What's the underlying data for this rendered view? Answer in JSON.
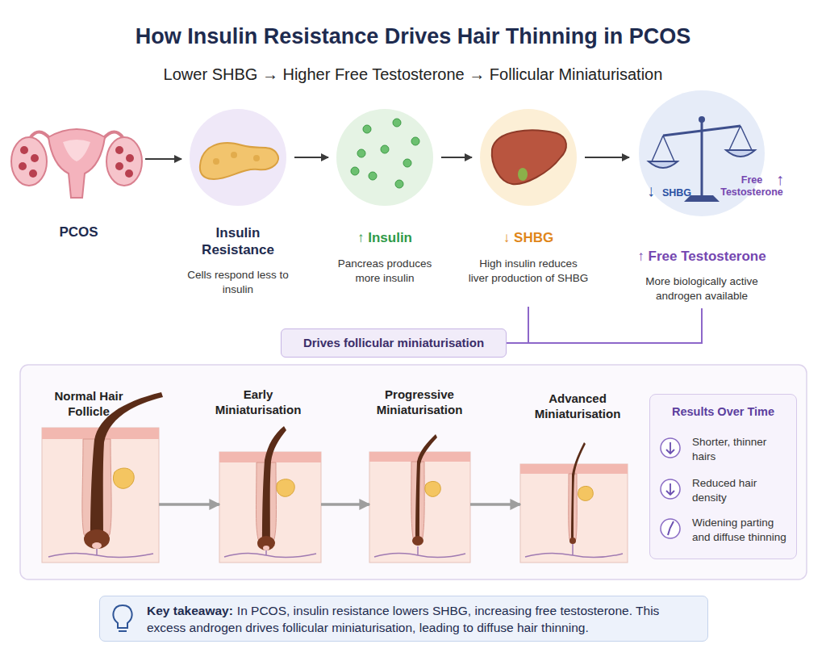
{
  "diagram": {
    "title": "How Insulin Resistance Drives Hair Thinning in PCOS",
    "nodes": [
      {
        "text": [
          "PCOS"
        ]
      },
      {
        "text": [
          "Insulin Resistance",
          "Cells respond less to insulin"
        ]
      },
      {
        "text": [
          "↑ Insulin",
          "Pancreas produces more insulin"
        ]
      },
      {
        "text": [
          "↓ SHBG",
          "High insulin reduces liver production of SHBG"
        ]
      },
      {
        "text": [
          "↑ Free Testosterone",
          "More biologically active androgen available"
        ]
      },
      {
        "text": [
          "Drives follicular miniaturisation"
        ]
      },
      {
        "text": [
          "Normal Hair Follicle"
        ]
      },
      {
        "text": [
          "Early Miniaturisation"
        ]
      },
      {
        "text": [
          "Progressive Miniaturisation"
        ]
      },
      {
        "text": [
          "Advanced Miniaturisation"
        ]
      },
      {
        "text": [
          "Results Over Time",
          "Shorter, thinner hairs",
          "Reduced hair density",
          "Widening parting and diffuse thinning"
        ]
      },
      {
        "text": [
          "Key takeaway:",
          "In PCOS, insulin resistance lowers SHBG, increasing free testosterone. This excess androgen drives follicular miniaturisation, leading to diffuse hair thinning."
        ]
      }
    ],
    "edges": [
      {
        "from": 0,
        "to": 1,
        "arrow": "to"
      },
      {
        "from": 1,
        "to": 2,
        "arrow": "to"
      },
      {
        "from": 2,
        "to": 3,
        "arrow": "to"
      },
      {
        "from": 3,
        "to": 4,
        "arrow": "to"
      },
      {
        "from": 3,
        "to": 5,
        "arrow": "none"
      },
      {
        "from": 4,
        "to": 5,
        "arrow": "none"
      },
      {
        "from": 6,
        "to": 7,
        "arrow": "to"
      },
      {
        "from": 7,
        "to": 8,
        "arrow": "to"
      },
      {
        "from": 8,
        "to": 9,
        "arrow": "to"
      }
    ],
    "labels": [
      "Lower SHBG → Higher Free Testosterone → Follicular Miniaturisation",
      "↓",
      "SHBG",
      "Free Testosterone",
      "↑"
    ]
  }
}
